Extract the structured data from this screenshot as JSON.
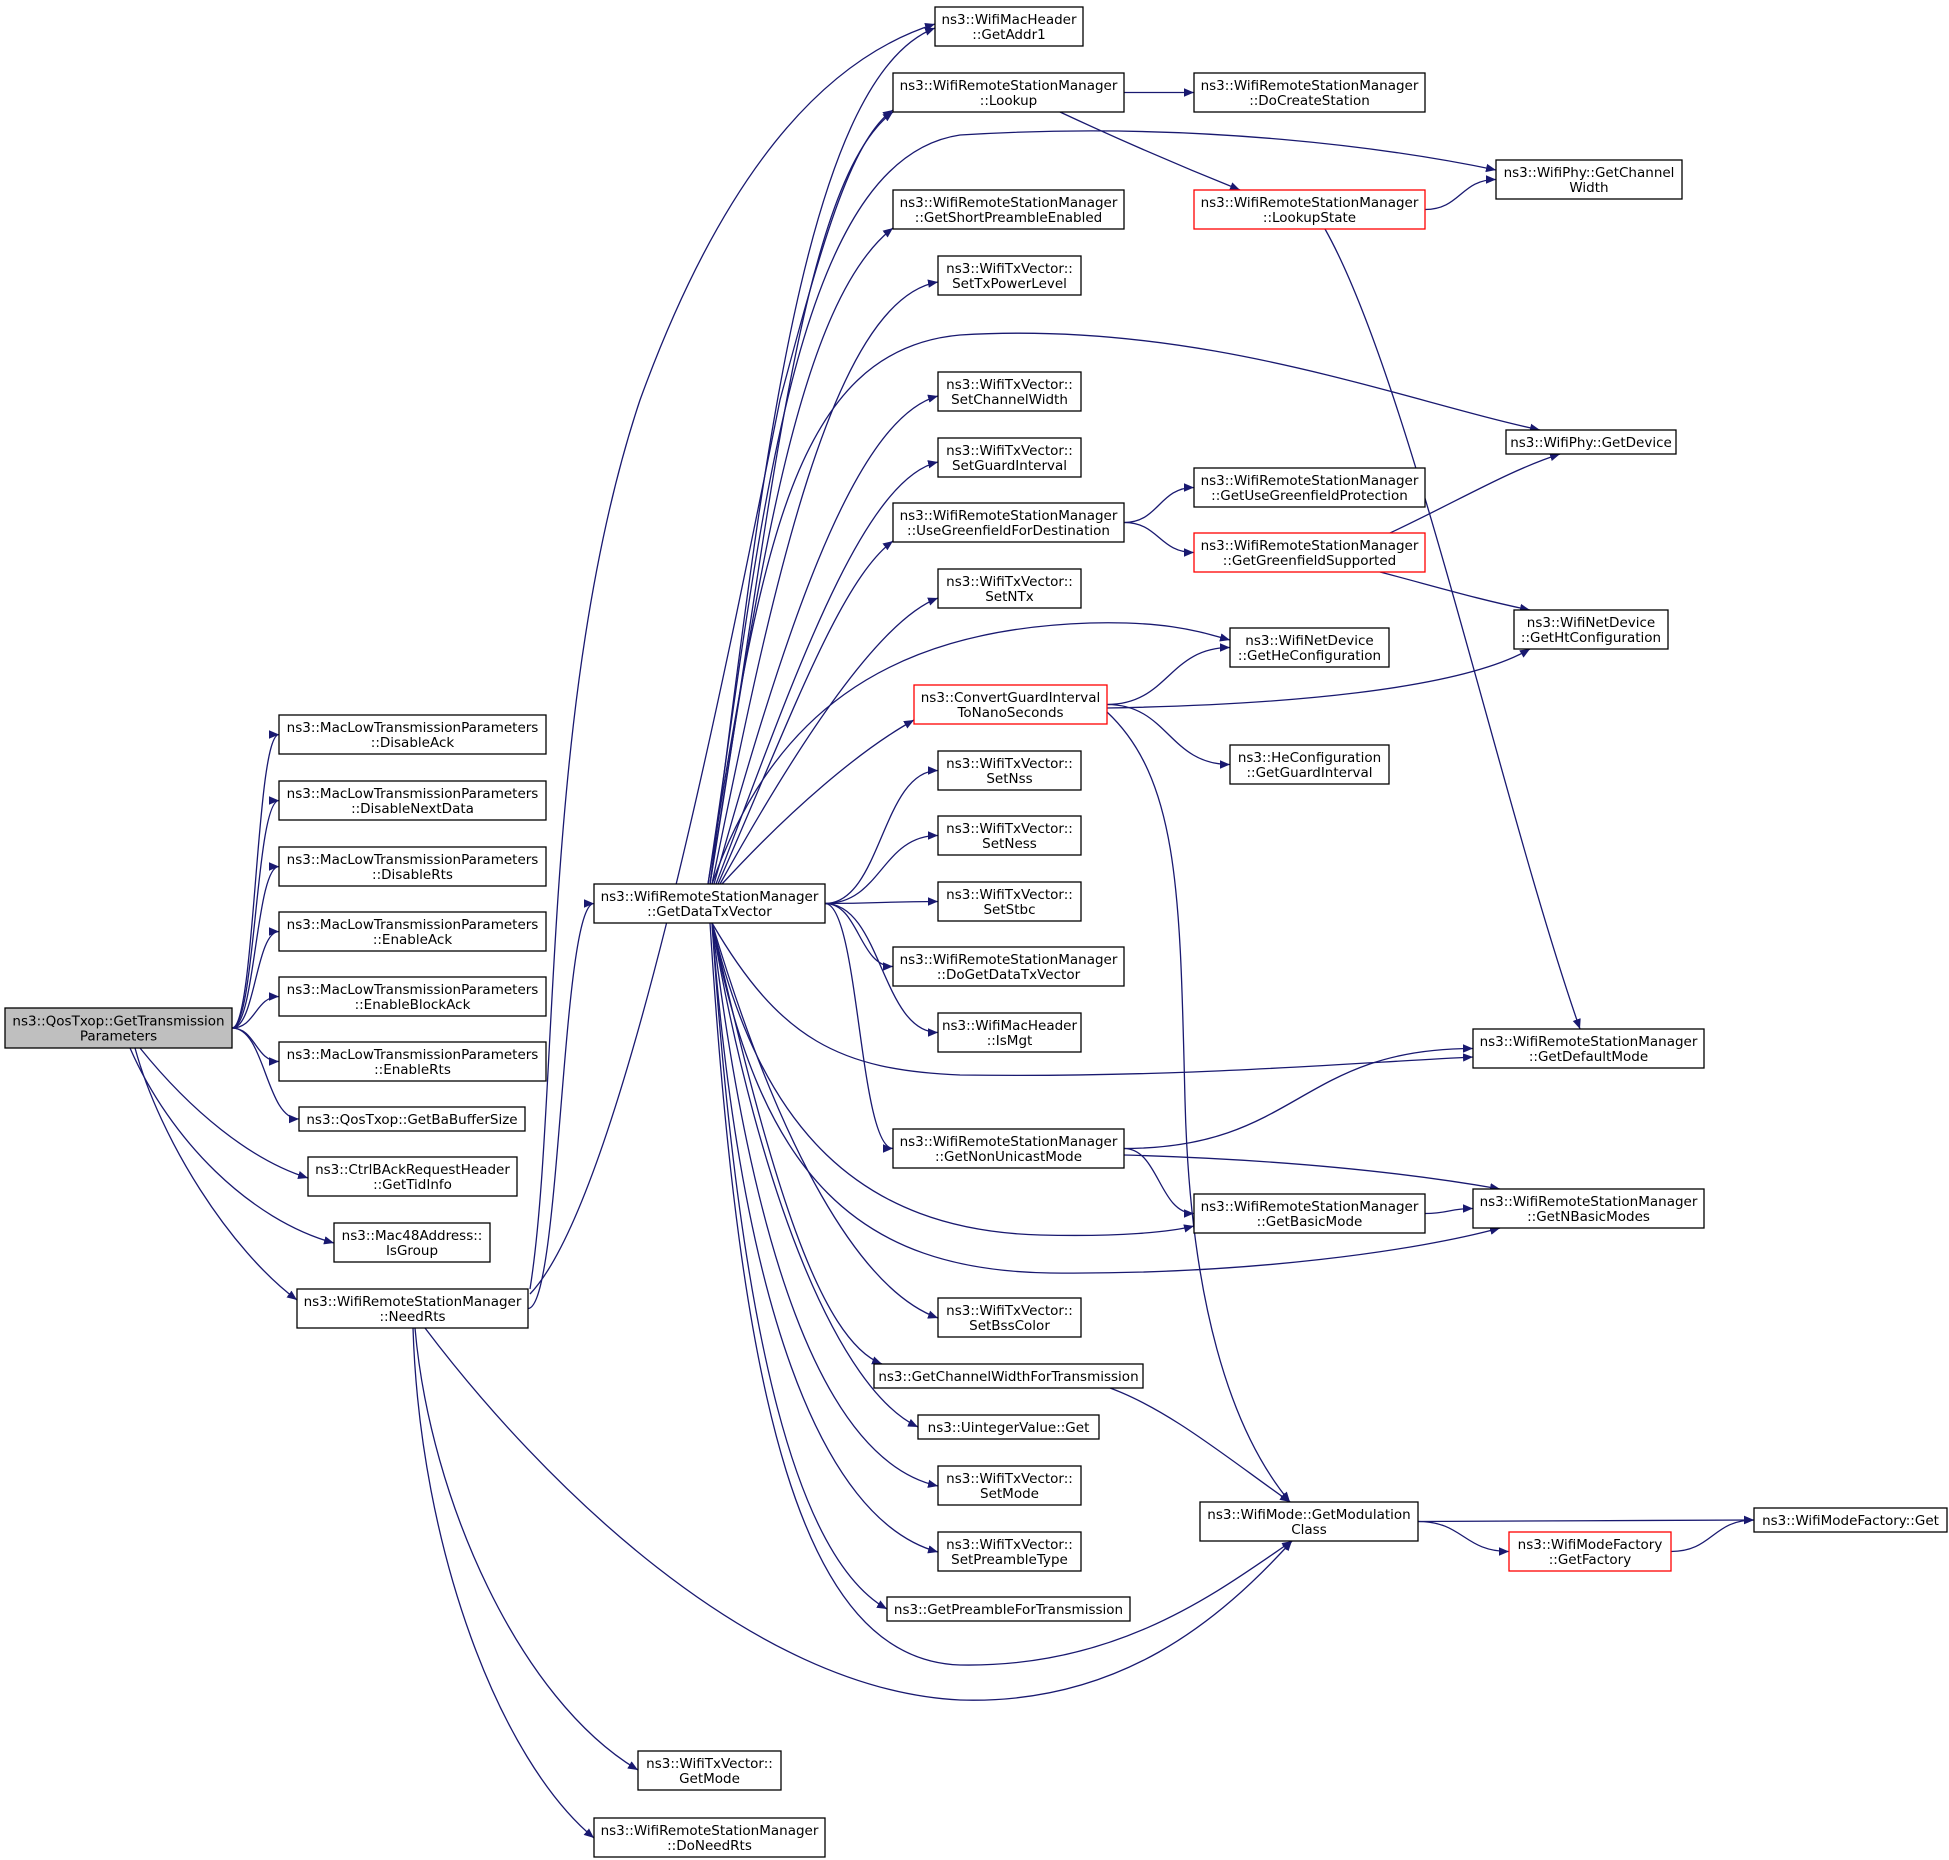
{
  "colors": {
    "edge": "#191970",
    "border": "#000000",
    "highlight_border": "#ff0000",
    "root_fill": "#bfbfbf",
    "fill": "#ffffff"
  },
  "nodes": [
    {
      "id": "root",
      "lines": [
        "ns3::QosTxop::GetTransmission",
        "Parameters"
      ],
      "style": "root",
      "interactable": false
    },
    {
      "id": "disableAck",
      "lines": [
        "ns3::MacLowTransmissionParameters",
        "::DisableAck"
      ],
      "style": "normal",
      "interactable": true
    },
    {
      "id": "disableNextData",
      "lines": [
        "ns3::MacLowTransmissionParameters",
        "::DisableNextData"
      ],
      "style": "normal",
      "interactable": true
    },
    {
      "id": "disableRts",
      "lines": [
        "ns3::MacLowTransmissionParameters",
        "::DisableRts"
      ],
      "style": "normal",
      "interactable": true
    },
    {
      "id": "enableAck",
      "lines": [
        "ns3::MacLowTransmissionParameters",
        "::EnableAck"
      ],
      "style": "normal",
      "interactable": true
    },
    {
      "id": "enableBlockAck",
      "lines": [
        "ns3::MacLowTransmissionParameters",
        "::EnableBlockAck"
      ],
      "style": "normal",
      "interactable": true
    },
    {
      "id": "enableRts",
      "lines": [
        "ns3::MacLowTransmissionParameters",
        "::EnableRts"
      ],
      "style": "normal",
      "interactable": true
    },
    {
      "id": "getBaBufferSize",
      "lines": [
        "ns3::QosTxop::GetBaBufferSize"
      ],
      "style": "normal",
      "interactable": true
    },
    {
      "id": "getTidInfo",
      "lines": [
        "ns3::CtrlBAckRequestHeader",
        "::GetTidInfo"
      ],
      "style": "normal",
      "interactable": true
    },
    {
      "id": "isGroup",
      "lines": [
        "ns3::Mac48Address::",
        "IsGroup"
      ],
      "style": "normal",
      "interactable": true
    },
    {
      "id": "needRts",
      "lines": [
        "ns3::WifiRemoteStationManager",
        "::NeedRts"
      ],
      "style": "normal",
      "interactable": true
    },
    {
      "id": "getDataTxVector",
      "lines": [
        "ns3::WifiRemoteStationManager",
        "::GetDataTxVector"
      ],
      "style": "normal",
      "interactable": true
    },
    {
      "id": "getModeTx",
      "lines": [
        "ns3::WifiTxVector::",
        "GetMode"
      ],
      "style": "normal",
      "interactable": true
    },
    {
      "id": "doNeedRts",
      "lines": [
        "ns3::WifiRemoteStationManager",
        "::DoNeedRts"
      ],
      "style": "normal",
      "interactable": true
    },
    {
      "id": "getAddr1",
      "lines": [
        "ns3::WifiMacHeader",
        "::GetAddr1"
      ],
      "style": "normal",
      "interactable": true
    },
    {
      "id": "lookup",
      "lines": [
        "ns3::WifiRemoteStationManager",
        "::Lookup"
      ],
      "style": "normal",
      "interactable": true
    },
    {
      "id": "getShortPreamble",
      "lines": [
        "ns3::WifiRemoteStationManager",
        "::GetShortPreambleEnabled"
      ],
      "style": "normal",
      "interactable": true
    },
    {
      "id": "setTxPowerLevel",
      "lines": [
        "ns3::WifiTxVector::",
        "SetTxPowerLevel"
      ],
      "style": "normal",
      "interactable": true
    },
    {
      "id": "setChannelWidth",
      "lines": [
        "ns3::WifiTxVector::",
        "SetChannelWidth"
      ],
      "style": "normal",
      "interactable": true
    },
    {
      "id": "setGuardInterval",
      "lines": [
        "ns3::WifiTxVector::",
        "SetGuardInterval"
      ],
      "style": "normal",
      "interactable": true
    },
    {
      "id": "useGreenfield",
      "lines": [
        "ns3::WifiRemoteStationManager",
        "::UseGreenfieldForDestination"
      ],
      "style": "normal",
      "interactable": true
    },
    {
      "id": "setNTx",
      "lines": [
        "ns3::WifiTxVector::",
        "SetNTx"
      ],
      "style": "normal",
      "interactable": true
    },
    {
      "id": "convertGuard",
      "lines": [
        "ns3::ConvertGuardInterval",
        "ToNanoSeconds"
      ],
      "style": "highlight",
      "interactable": true
    },
    {
      "id": "setNss",
      "lines": [
        "ns3::WifiTxVector::",
        "SetNss"
      ],
      "style": "normal",
      "interactable": true
    },
    {
      "id": "setNess",
      "lines": [
        "ns3::WifiTxVector::",
        "SetNess"
      ],
      "style": "normal",
      "interactable": true
    },
    {
      "id": "setStbc",
      "lines": [
        "ns3::WifiTxVector::",
        "SetStbc"
      ],
      "style": "normal",
      "interactable": true
    },
    {
      "id": "doGetDataTxVector",
      "lines": [
        "ns3::WifiRemoteStationManager",
        "::DoGetDataTxVector"
      ],
      "style": "normal",
      "interactable": true
    },
    {
      "id": "isMgt",
      "lines": [
        "ns3::WifiMacHeader",
        "::IsMgt"
      ],
      "style": "normal",
      "interactable": true
    },
    {
      "id": "getNonUnicastMode",
      "lines": [
        "ns3::WifiRemoteStationManager",
        "::GetNonUnicastMode"
      ],
      "style": "normal",
      "interactable": true
    },
    {
      "id": "setBssColor",
      "lines": [
        "ns3::WifiTxVector::",
        "SetBssColor"
      ],
      "style": "normal",
      "interactable": true
    },
    {
      "id": "getChannelWidthForTx",
      "lines": [
        "ns3::GetChannelWidthForTransmission"
      ],
      "style": "normal",
      "interactable": true
    },
    {
      "id": "uintegerGet",
      "lines": [
        "ns3::UintegerValue::Get"
      ],
      "style": "normal",
      "interactable": true
    },
    {
      "id": "setMode",
      "lines": [
        "ns3::WifiTxVector::",
        "SetMode"
      ],
      "style": "normal",
      "interactable": true
    },
    {
      "id": "setPreambleType",
      "lines": [
        "ns3::WifiTxVector::",
        "SetPreambleType"
      ],
      "style": "normal",
      "interactable": true
    },
    {
      "id": "getPreambleForTx",
      "lines": [
        "ns3::GetPreambleForTransmission"
      ],
      "style": "normal",
      "interactable": true
    },
    {
      "id": "doCreateStation",
      "lines": [
        "ns3::WifiRemoteStationManager",
        "::DoCreateStation"
      ],
      "style": "normal",
      "interactable": true
    },
    {
      "id": "lookupState",
      "lines": [
        "ns3::WifiRemoteStationManager",
        "::LookupState"
      ],
      "style": "highlight",
      "interactable": true
    },
    {
      "id": "getUseGreenfieldProt",
      "lines": [
        "ns3::WifiRemoteStationManager",
        "::GetUseGreenfieldProtection"
      ],
      "style": "normal",
      "interactable": true
    },
    {
      "id": "getGreenfieldSupported",
      "lines": [
        "ns3::WifiRemoteStationManager",
        "::GetGreenfieldSupported"
      ],
      "style": "highlight",
      "interactable": true
    },
    {
      "id": "getHeConfiguration",
      "lines": [
        "ns3::WifiNetDevice",
        "::GetHeConfiguration"
      ],
      "style": "normal",
      "interactable": true
    },
    {
      "id": "heGetGuardInterval",
      "lines": [
        "ns3::HeConfiguration",
        "::GetGuardInterval"
      ],
      "style": "normal",
      "interactable": true
    },
    {
      "id": "getBasicMode",
      "lines": [
        "ns3::WifiRemoteStationManager",
        "::GetBasicMode"
      ],
      "style": "normal",
      "interactable": true
    },
    {
      "id": "getModulationClass",
      "lines": [
        "ns3::WifiMode::GetModulation",
        "Class"
      ],
      "style": "normal",
      "interactable": true
    },
    {
      "id": "getChannelWidthPhy",
      "lines": [
        "ns3::WifiPhy::GetChannel",
        "Width"
      ],
      "style": "normal",
      "interactable": true
    },
    {
      "id": "getDevice",
      "lines": [
        "ns3::WifiPhy::GetDevice"
      ],
      "style": "normal",
      "interactable": true
    },
    {
      "id": "getHtConfiguration",
      "lines": [
        "ns3::WifiNetDevice",
        "::GetHtConfiguration"
      ],
      "style": "normal",
      "interactable": true
    },
    {
      "id": "getDefaultMode",
      "lines": [
        "ns3::WifiRemoteStationManager",
        "::GetDefaultMode"
      ],
      "style": "normal",
      "interactable": true
    },
    {
      "id": "getNBasicModes",
      "lines": [
        "ns3::WifiRemoteStationManager",
        "::GetNBasicModes"
      ],
      "style": "normal",
      "interactable": true
    },
    {
      "id": "getFactory",
      "lines": [
        "ns3::WifiModeFactory",
        "::GetFactory"
      ],
      "style": "highlight",
      "interactable": true
    },
    {
      "id": "modeFactoryGet",
      "lines": [
        "ns3::WifiModeFactory::Get"
      ],
      "style": "normal",
      "interactable": true
    }
  ],
  "edges": [
    [
      "root",
      "disableAck"
    ],
    [
      "root",
      "disableNextData"
    ],
    [
      "root",
      "disableRts"
    ],
    [
      "root",
      "enableAck"
    ],
    [
      "root",
      "enableBlockAck"
    ],
    [
      "root",
      "enableRts"
    ],
    [
      "root",
      "getBaBufferSize"
    ],
    [
      "root",
      "getTidInfo"
    ],
    [
      "root",
      "isGroup"
    ],
    [
      "root",
      "needRts"
    ],
    [
      "needRts",
      "getAddr1"
    ],
    [
      "needRts",
      "lookup"
    ],
    [
      "needRts",
      "getDataTxVector"
    ],
    [
      "needRts",
      "getModeTx"
    ],
    [
      "needRts",
      "doNeedRts"
    ],
    [
      "needRts",
      "getModulationClass"
    ],
    [
      "getDataTxVector",
      "getAddr1"
    ],
    [
      "getDataTxVector",
      "lookup"
    ],
    [
      "getDataTxVector",
      "getShortPreamble"
    ],
    [
      "getDataTxVector",
      "setTxPowerLevel"
    ],
    [
      "getDataTxVector",
      "setChannelWidth"
    ],
    [
      "getDataTxVector",
      "setGuardInterval"
    ],
    [
      "getDataTxVector",
      "useGreenfield"
    ],
    [
      "getDataTxVector",
      "setNTx"
    ],
    [
      "getDataTxVector",
      "convertGuard"
    ],
    [
      "getDataTxVector",
      "setNss"
    ],
    [
      "getDataTxVector",
      "setNess"
    ],
    [
      "getDataTxVector",
      "setStbc"
    ],
    [
      "getDataTxVector",
      "doGetDataTxVector"
    ],
    [
      "getDataTxVector",
      "isMgt"
    ],
    [
      "getDataTxVector",
      "getNonUnicastMode"
    ],
    [
      "getDataTxVector",
      "setBssColor"
    ],
    [
      "getDataTxVector",
      "getChannelWidthForTx"
    ],
    [
      "getDataTxVector",
      "uintegerGet"
    ],
    [
      "getDataTxVector",
      "setMode"
    ],
    [
      "getDataTxVector",
      "setPreambleType"
    ],
    [
      "getDataTxVector",
      "getPreambleForTx"
    ],
    [
      "getDataTxVector",
      "getChannelWidthPhy"
    ],
    [
      "getDataTxVector",
      "getDevice"
    ],
    [
      "getDataTxVector",
      "getHeConfiguration"
    ],
    [
      "getDataTxVector",
      "getDefaultMode"
    ],
    [
      "getDataTxVector",
      "getBasicMode"
    ],
    [
      "getDataTxVector",
      "getNBasicModes"
    ],
    [
      "getDataTxVector",
      "getModulationClass"
    ],
    [
      "lookup",
      "doCreateStation"
    ],
    [
      "lookup",
      "lookupState"
    ],
    [
      "lookupState",
      "getChannelWidthPhy"
    ],
    [
      "lookupState",
      "getDefaultMode"
    ],
    [
      "useGreenfield",
      "getUseGreenfieldProt"
    ],
    [
      "useGreenfield",
      "getGreenfieldSupported"
    ],
    [
      "getGreenfieldSupported",
      "getDevice"
    ],
    [
      "getGreenfieldSupported",
      "getHtConfiguration"
    ],
    [
      "convertGuard",
      "getHeConfiguration"
    ],
    [
      "convertGuard",
      "getHtConfiguration"
    ],
    [
      "convertGuard",
      "heGetGuardInterval"
    ],
    [
      "convertGuard",
      "getModulationClass"
    ],
    [
      "getNonUnicastMode",
      "getDefaultMode"
    ],
    [
      "getNonUnicastMode",
      "getBasicMode"
    ],
    [
      "getNonUnicastMode",
      "getNBasicModes"
    ],
    [
      "getBasicMode",
      "getNBasicModes"
    ],
    [
      "getChannelWidthForTx",
      "getModulationClass"
    ],
    [
      "getModulationClass",
      "modeFactoryGet"
    ],
    [
      "getModulationClass",
      "getFactory"
    ],
    [
      "getFactory",
      "modeFactoryGet"
    ]
  ]
}
